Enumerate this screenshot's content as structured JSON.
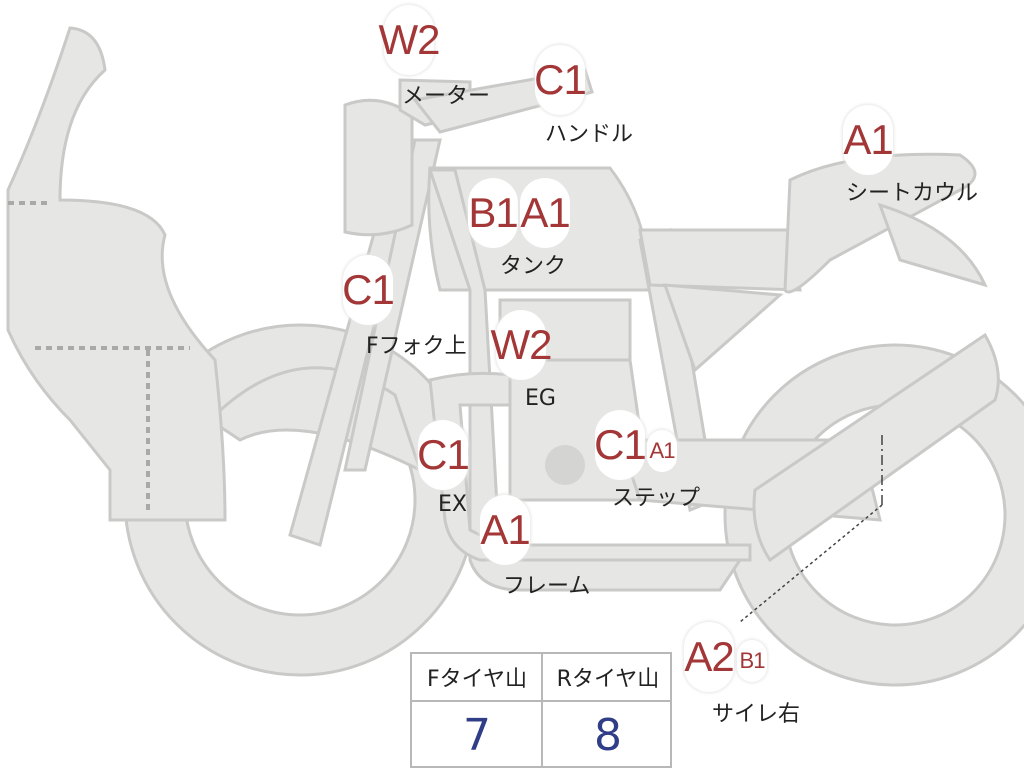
{
  "grades": {
    "meter": "W2",
    "handle": "C1",
    "seat_cowl": "A1",
    "tank_1": "B1",
    "tank_2": "A1",
    "fork_upper": "C1",
    "engine": "W2",
    "exhaust": "C1",
    "step_1": "C1",
    "step_2": "A1",
    "frame": "A1",
    "muffler_1": "A2",
    "muffler_2": "B1"
  },
  "parts": {
    "meter": "メーター",
    "handle": "ハンドル",
    "seat_cowl": "シートカウル",
    "tank": "タンク",
    "fork_upper": "Fフォク上",
    "engine": "EG",
    "exhaust": "EX",
    "step": "ステップ",
    "frame": "フレーム",
    "muffler": "サイレ右"
  },
  "tire_table": {
    "front_header": "Fタイヤ山",
    "rear_header": "Rタイヤ山",
    "front_value": "7",
    "rear_value": "8"
  },
  "colors": {
    "body_fill": "#e6e6e4",
    "body_stroke": "#c9c9c7",
    "grade_text": "#a33636",
    "tire_value_text": "#2f3e86"
  }
}
